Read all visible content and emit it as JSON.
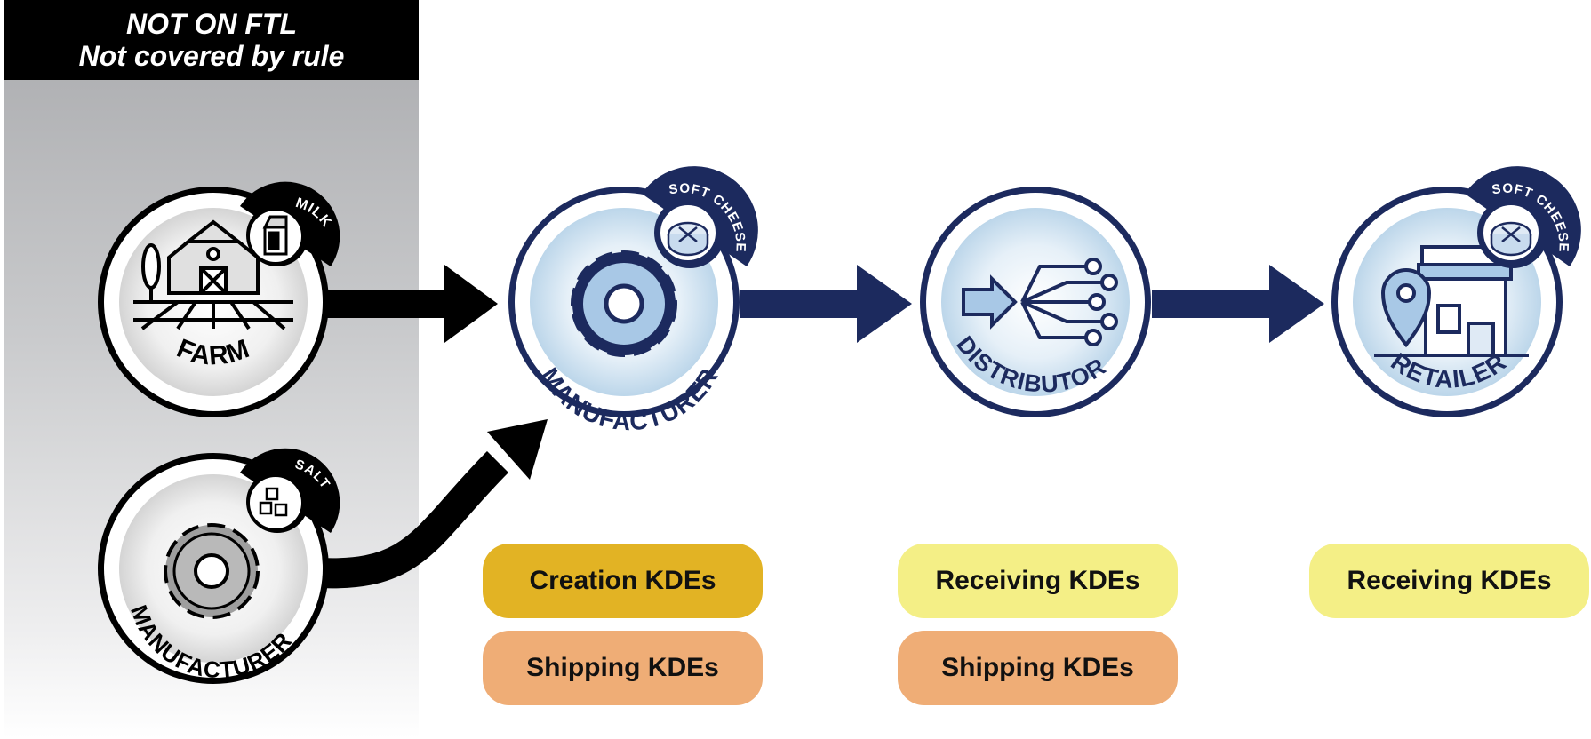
{
  "excluded_zone": {
    "title_line1": "NOT ON FTL",
    "title_line2": "Not covered by rule"
  },
  "nodes": {
    "farm": {
      "label": "FARM",
      "product": "MILK",
      "icon": "barn-icon",
      "product_icon": "milk-carton-icon"
    },
    "ingredient_manufacturer": {
      "label": "MANUFACTURER",
      "product": "SALT",
      "icon": "gear-icon",
      "product_icon": "salt-cubes-icon"
    },
    "manufacturer": {
      "label": "MANUFACTURER",
      "product": "SOFT CHEESE",
      "icon": "gear-icon",
      "product_icon": "cheese-wheel-icon"
    },
    "distributor": {
      "label": "DISTRIBUTOR",
      "icon": "distribution-network-icon"
    },
    "retailer": {
      "label": "RETAILER",
      "product": "SOFT CHEESE",
      "icon": "storefront-icon",
      "product_icon": "cheese-wheel-icon"
    }
  },
  "kdes": {
    "manufacturer": [
      "Creation KDEs",
      "Shipping KDEs"
    ],
    "distributor": [
      "Receiving KDEs",
      "Shipping KDEs"
    ],
    "retailer": [
      "Receiving KDEs"
    ]
  },
  "colors": {
    "navy": "#1c2a5e",
    "black": "#000000",
    "creation": "#e2b324",
    "shipping": "#efad76",
    "receiving": "#f4ef86"
  }
}
